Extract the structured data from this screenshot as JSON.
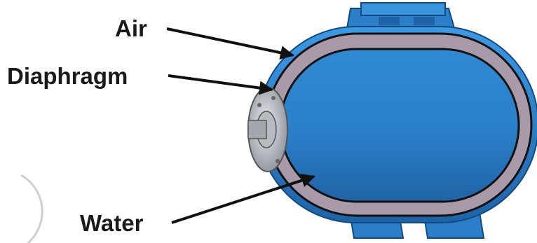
{
  "labels": {
    "air": "Air",
    "diaphragm": "Diaphragm",
    "water": "Water"
  },
  "colors": {
    "tank_shell": "#2a86d6",
    "tank_shell_dark": "#1e63a8",
    "air_layer": "#a89aa8",
    "water": "#2a7fc8",
    "outline": "#111111",
    "flange": "#c9ccd2",
    "label_text": "#1a1a1a"
  },
  "icons": [
    "pressure-tank-illustration",
    "valve-flange-icon",
    "callout-arrow-icon"
  ]
}
